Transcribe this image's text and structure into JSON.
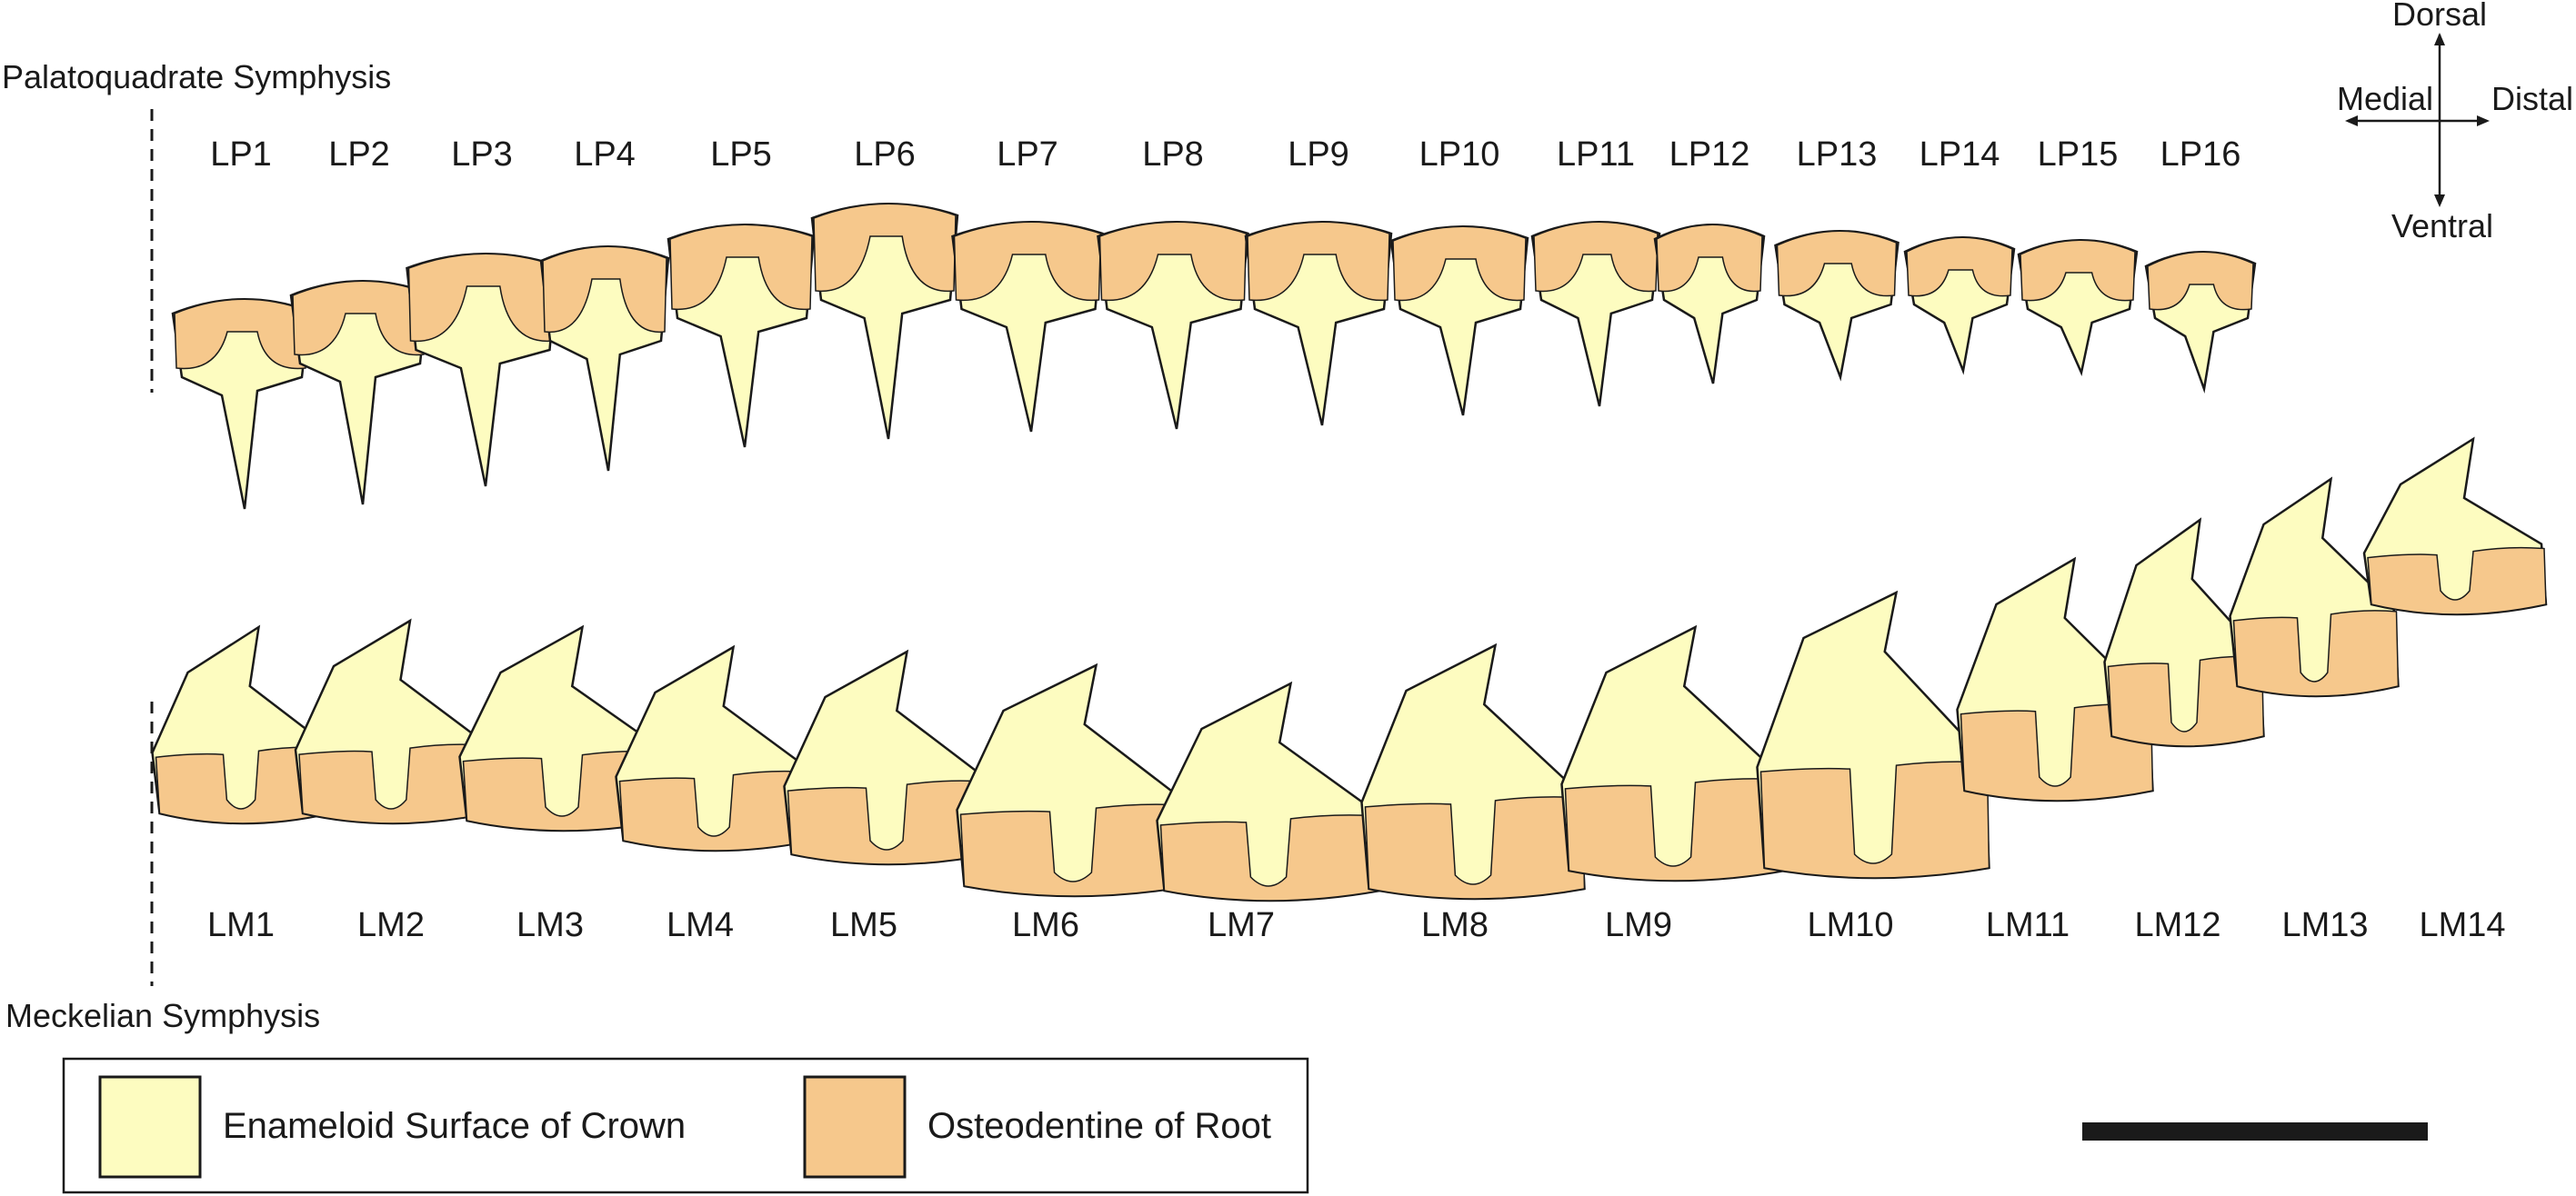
{
  "colors": {
    "crown": "#fdfcc0",
    "root": "#f6c88c",
    "outline": "#1a1a1a",
    "scale_bar": "#1a1a1a"
  },
  "labels": {
    "palatoquadrate_symphysis": "Palatoquadrate Symphysis",
    "meckelian_symphysis": "Meckelian Symphysis"
  },
  "compass": {
    "dorsal": "Dorsal",
    "ventral": "Ventral",
    "medial": "Medial",
    "distal": "Distal"
  },
  "upper_teeth": [
    "LP1",
    "LP2",
    "LP3",
    "LP4",
    "LP5",
    "LP6",
    "LP7",
    "LP8",
    "LP9",
    "LP10",
    "LP11",
    "LP12",
    "LP13",
    "LP14",
    "LP15",
    "LP16"
  ],
  "lower_teeth": [
    "LM1",
    "LM2",
    "LM3",
    "LM4",
    "LM5",
    "LM6",
    "LM7",
    "LM8",
    "LM9",
    "LM10",
    "LM11",
    "LM12",
    "LM13",
    "LM14"
  ],
  "legend": {
    "crown_label": "Enameloid Surface of Crown",
    "root_label": "Osteodentine of Root"
  }
}
